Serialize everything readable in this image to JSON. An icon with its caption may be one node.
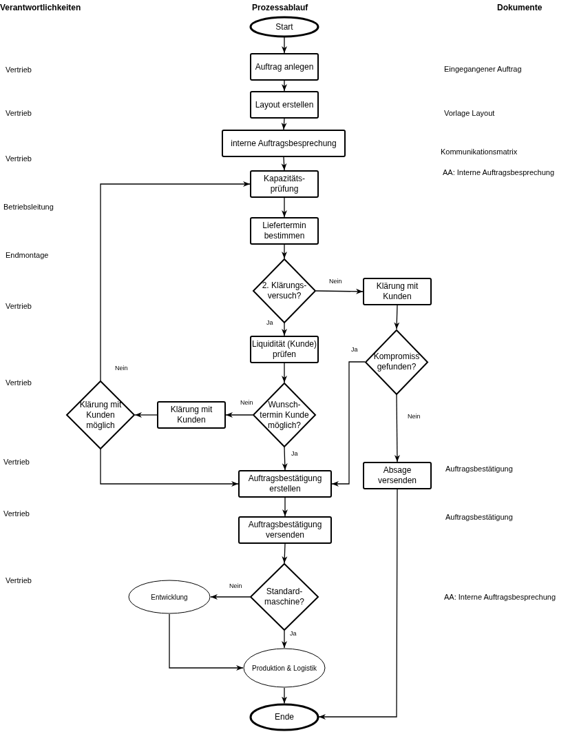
{
  "diagram": {
    "nodes": [
      {
        "text": [
          "Start"
        ]
      },
      {
        "text": [
          "Auftrag anlegen"
        ]
      },
      {
        "text": [
          "Layout erstellen"
        ]
      },
      {
        "text": [
          "interne Auftragsbesprechung"
        ]
      },
      {
        "text": [
          "Kapazitäts-prüfung"
        ]
      },
      {
        "text": [
          "Liefertermin bestimmen"
        ]
      },
      {
        "text": [
          "2. Klärungs-versuch?"
        ]
      },
      {
        "text": [
          "Klärung mit Kunden"
        ]
      },
      {
        "text": [
          "Kompromiss gefunden?"
        ]
      },
      {
        "text": [
          "Liquidität (Kunde) prüfen"
        ]
      },
      {
        "text": [
          "Wunsch-termin Kunde möglich?"
        ]
      },
      {
        "text": [
          "Klärung mit Kunden"
        ]
      },
      {
        "text": [
          "Klärung mit Kunden möglich"
        ]
      },
      {
        "text": [
          "Auftragsbestätigung erstellen"
        ]
      },
      {
        "text": [
          "Absage versenden"
        ]
      },
      {
        "text": [
          "Auftragsbestätigung versenden"
        ]
      },
      {
        "text": [
          "Standard-maschine?"
        ]
      },
      {
        "text": [
          "Entwicklung"
        ]
      },
      {
        "text": [
          "Produktion & Logistik"
        ]
      },
      {
        "text": [
          "Ende"
        ]
      }
    ],
    "edges": [
      {
        "from": 0,
        "to": 1,
        "arrow": "to"
      },
      {
        "from": 1,
        "to": 2,
        "arrow": "to"
      },
      {
        "from": 2,
        "to": 3,
        "arrow": "to"
      },
      {
        "from": 3,
        "to": 4,
        "arrow": "to"
      },
      {
        "from": 4,
        "to": 5,
        "arrow": "to"
      },
      {
        "from": 5,
        "to": 6,
        "arrow": "to"
      },
      {
        "from": 6,
        "to": 7,
        "arrow": "to",
        "label": "Nein"
      },
      {
        "from": 6,
        "to": 9,
        "arrow": "to",
        "label": "Ja"
      },
      {
        "from": 7,
        "to": 8,
        "arrow": "to"
      },
      {
        "from": 8,
        "to": 13,
        "arrow": "to",
        "label": "Ja"
      },
      {
        "from": 8,
        "to": 14,
        "arrow": "to",
        "label": "Nein"
      },
      {
        "from": 9,
        "to": 10,
        "arrow": "to"
      },
      {
        "from": 10,
        "to": 11,
        "arrow": "to",
        "label": "Nein"
      },
      {
        "from": 10,
        "to": 13,
        "arrow": "to",
        "label": "Ja"
      },
      {
        "from": 11,
        "to": 12,
        "arrow": "to"
      },
      {
        "from": 12,
        "to": 4,
        "arrow": "to",
        "label": "Nein"
      },
      {
        "from": 12,
        "to": 13,
        "arrow": "to"
      },
      {
        "from": 13,
        "to": 15,
        "arrow": "to"
      },
      {
        "from": 15,
        "to": 16,
        "arrow": "to"
      },
      {
        "from": 16,
        "to": 17,
        "arrow": "to",
        "label": "Nein"
      },
      {
        "from": 16,
        "to": 18,
        "arrow": "to",
        "label": "Ja"
      },
      {
        "from": 17,
        "to": 18,
        "arrow": "to"
      },
      {
        "from": 18,
        "to": 19,
        "arrow": "to"
      },
      {
        "from": 14,
        "to": 19,
        "arrow": "to"
      }
    ],
    "labels": [
      "Verantwortlichkeiten",
      "Prozessablauf",
      "Dokumente",
      "Vertrieb",
      "Vertrieb",
      "Vertrieb",
      "Betriebsleitung",
      "Endmontage",
      "Vertrieb",
      "Vertrieb",
      "Vertrieb",
      "Vertrieb",
      "Vertrieb",
      "Eingegangener Auftrag",
      "Vorlage Layout",
      "Kommunikationsmatrix",
      "AA: Interne Auftragsbesprechung",
      "Auftragsbestätigung",
      "Auftragsbestätigung",
      "AA: Interne Auftragsbesprechung"
    ]
  }
}
